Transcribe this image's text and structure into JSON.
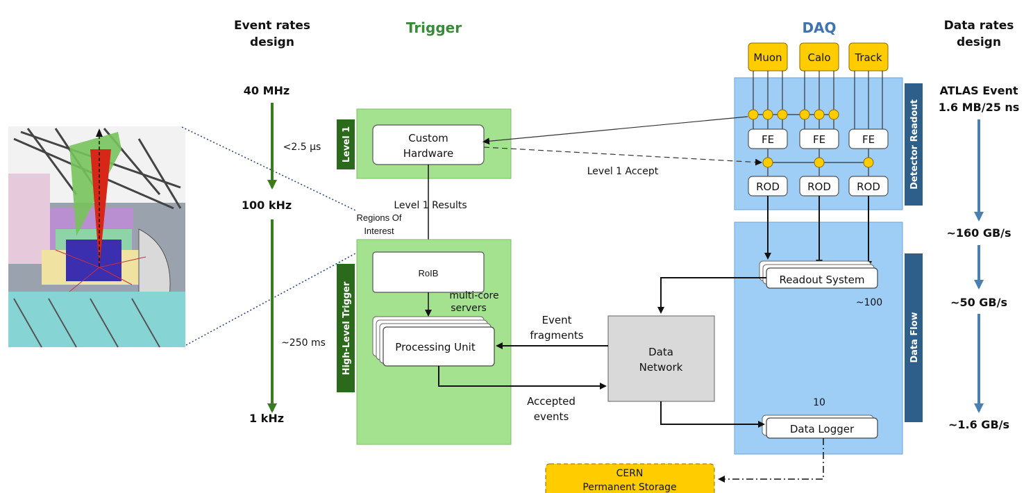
{
  "columns": {
    "event_rates_line1": "Event rates",
    "event_rates_line2": "design",
    "trigger": "Trigger",
    "daq": "DAQ",
    "data_rates_line1": "Data rates",
    "data_rates_line2": "design"
  },
  "event_rates": {
    "r40": "40 MHz",
    "t1": "<2.5 μs",
    "r100": "100 kHz",
    "t2": "~250 ms",
    "r1": "1 kHz"
  },
  "data_rates": {
    "atlas_line1": "ATLAS Event",
    "atlas_line2": "1.6 MB/25 ns",
    "r160": "~160 GB/s",
    "r50": "~50 GB/s",
    "r16": "~1.6 GB/s"
  },
  "level1": {
    "label": "Level 1",
    "custom_hw_line1": "Custom",
    "custom_hw_line2": "Hardware",
    "results_label": "Level 1   Results",
    "accept_label": "Level 1 Accept"
  },
  "roi": {
    "line1": "Regions Of",
    "line2": "Interest"
  },
  "hlt": {
    "label": "High-Level Trigger",
    "roib": "RoIB",
    "servers_line1": "multi-core",
    "servers_line2": "servers",
    "processing_unit": "Processing Unit"
  },
  "detectors": [
    "Muon",
    "Calo",
    "Track"
  ],
  "readout": {
    "label": "Detector Readout",
    "fe": "FE",
    "rod": "ROD"
  },
  "dataflow": {
    "label": "Data Flow",
    "readout_system": "Readout System",
    "count_100": "~100",
    "count_10": "10",
    "data_logger": "Data Logger"
  },
  "network": {
    "line1": "Data",
    "line2": "Network"
  },
  "event_fragments": {
    "line1": "Event",
    "line2": "fragments"
  },
  "accepted_events": {
    "line1": "Accepted",
    "line2": "events"
  },
  "storage": {
    "line1": "CERN",
    "line2": "Permanent Storage"
  },
  "colors": {
    "green_dark": "#2a6a1a",
    "green_arrow": "#3a7d21",
    "green_panel": "#a5e28f",
    "blue_panel": "#9ecdf5",
    "blue_dark": "#2e5f8a",
    "blue_arrow": "#4a7fb0",
    "yellow": "#ffcc00",
    "trigger_title": "#3a8a3a",
    "daq_title": "#3f74b0",
    "network_gray": "#d9d9d9"
  }
}
